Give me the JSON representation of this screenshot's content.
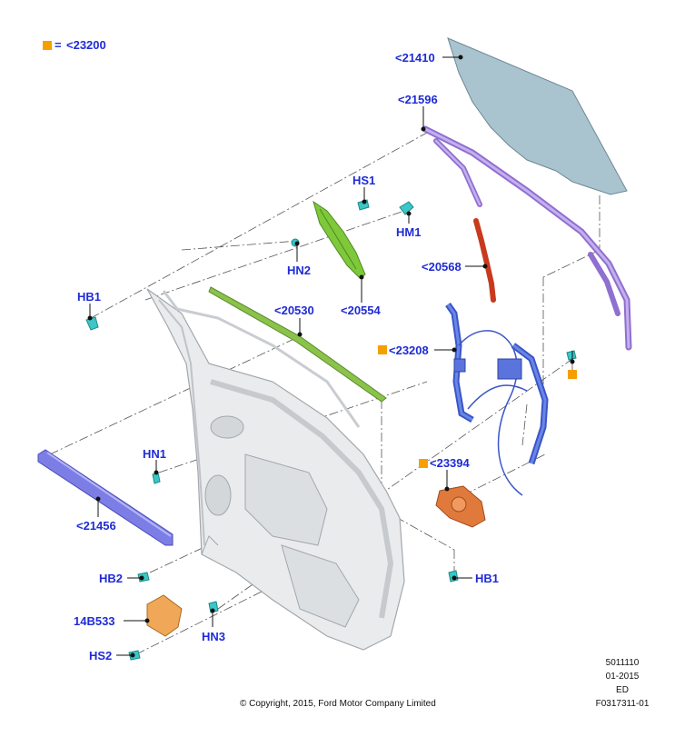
{
  "legend": {
    "marker_color": "#f5a000",
    "equals": "=",
    "text": "<23200"
  },
  "colors": {
    "label": "#1f2bd6",
    "leader": "#111111",
    "centerline": "#555555"
  },
  "callouts": [
    {
      "id": "c21410",
      "text": "<21410"
    },
    {
      "id": "c21596",
      "text": "<21596"
    },
    {
      "id": "cHS1",
      "text": "HS1"
    },
    {
      "id": "cHM1",
      "text": "HM1"
    },
    {
      "id": "cHN2",
      "text": "HN2"
    },
    {
      "id": "c20568",
      "text": "<20568"
    },
    {
      "id": "c20554",
      "text": "<20554"
    },
    {
      "id": "cHB1a",
      "text": "HB1"
    },
    {
      "id": "c20530",
      "text": "<20530"
    },
    {
      "id": "c23208",
      "text": "<23208"
    },
    {
      "id": "cHN1",
      "text": "HN1"
    },
    {
      "id": "c23394",
      "text": "<23394"
    },
    {
      "id": "c21456",
      "text": "<21456"
    },
    {
      "id": "cHB2",
      "text": "HB2"
    },
    {
      "id": "cHB1b",
      "text": "HB1"
    },
    {
      "id": "c14B533",
      "text": "14B533"
    },
    {
      "id": "cHN3",
      "text": "HN3"
    },
    {
      "id": "cHS2",
      "text": "HS2"
    }
  ],
  "footer": {
    "copyright": "© Copyright, 2015, Ford Motor Company Limited",
    "code": "5011110",
    "date": "01-2015",
    "ed": "ED",
    "figure": "F0317311-01"
  }
}
